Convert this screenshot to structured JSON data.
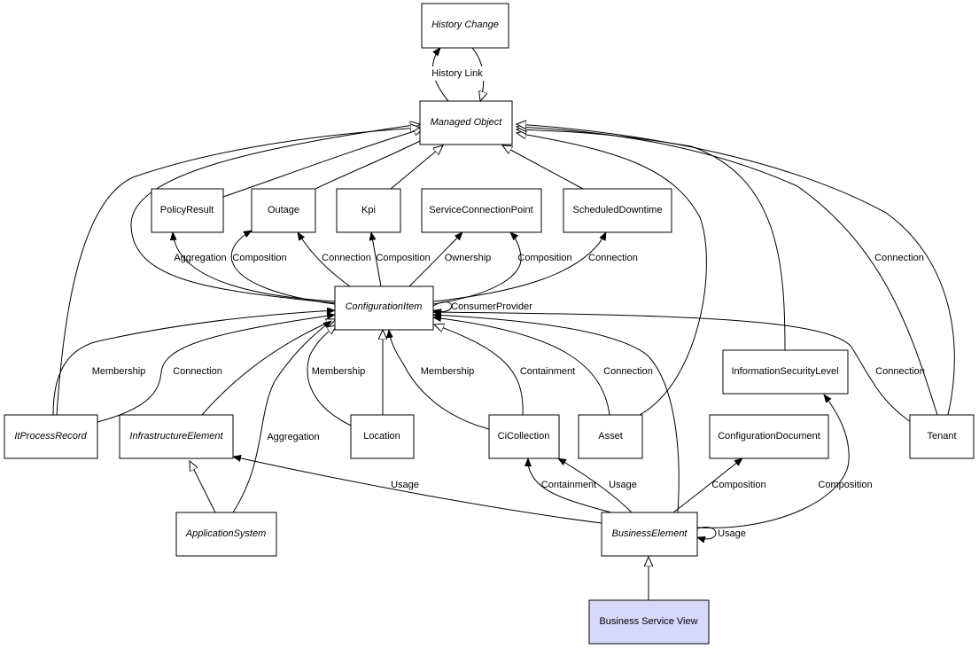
{
  "nodes": [
    {
      "id": "history_change",
      "label": "History Change",
      "abstract": true
    },
    {
      "id": "managed_object",
      "label": "Managed Object",
      "abstract": true
    },
    {
      "id": "policy_result",
      "label": "PolicyResult",
      "abstract": false
    },
    {
      "id": "outage",
      "label": "Outage",
      "abstract": false
    },
    {
      "id": "kpi",
      "label": "Kpi",
      "abstract": false
    },
    {
      "id": "scp",
      "label": "ServiceConnectionPoint",
      "abstract": false
    },
    {
      "id": "scheduled_downtime",
      "label": "ScheduledDowntime",
      "abstract": false
    },
    {
      "id": "configuration_item",
      "label": "ConfigurationItem",
      "abstract": true
    },
    {
      "id": "information_security_level",
      "label": "InformationSecurityLevel",
      "abstract": false
    },
    {
      "id": "it_process_record",
      "label": "ItProcessRecord",
      "abstract": true
    },
    {
      "id": "infrastructure_element",
      "label": "InfrastructureElement",
      "abstract": true
    },
    {
      "id": "location",
      "label": "Location",
      "abstract": false
    },
    {
      "id": "ci_collection",
      "label": "CiCollection",
      "abstract": false
    },
    {
      "id": "asset",
      "label": "Asset",
      "abstract": false
    },
    {
      "id": "configuration_document",
      "label": "ConfigurationDocument",
      "abstract": false
    },
    {
      "id": "tenant",
      "label": "Tenant",
      "abstract": false
    },
    {
      "id": "application_system",
      "label": "ApplicationSystem",
      "abstract": true
    },
    {
      "id": "business_element",
      "label": "BusinessElement",
      "abstract": true
    },
    {
      "id": "business_service_view",
      "label": "Business Service View",
      "abstract": false,
      "highlight": true
    }
  ],
  "edge_labels": {
    "history_link": "History Link",
    "aggregation_policy": "Aggregation",
    "composition_outage": "Composition",
    "connection_outage": "Connection",
    "composition_kpi": "Composition",
    "ownership_scp": "Ownership",
    "composition_scp": "Composition",
    "connection_downtime": "Connection",
    "consumer_provider": "ConsumerProvider",
    "membership_itpr": "Membership",
    "connection_itpr": "Connection",
    "membership_location": "Membership",
    "membership_cicollection": "Membership",
    "containment_cicollection": "Containment",
    "connection_asset": "Connection",
    "connection_tenant_ci": "Connection",
    "connection_tenant_mo": "Connection",
    "aggregation_appsys": "Aggregation",
    "usage_infra": "Usage",
    "containment_be": "Containment",
    "usage_be_ci": "Usage",
    "composition_doc": "Composition",
    "composition_isl": "Composition",
    "usage_self": "Usage"
  }
}
